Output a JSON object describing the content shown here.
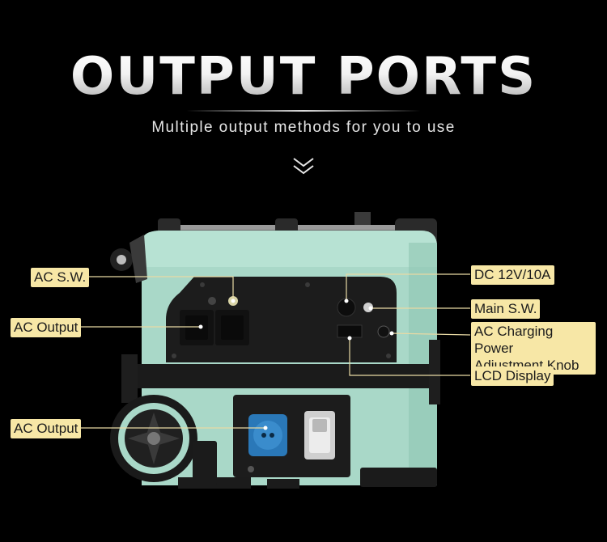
{
  "header": {
    "title": "OUTPUT PORTS",
    "subtitle": "Multiple output methods for you to use",
    "scroll_icon": "double-chevron-down-icon"
  },
  "colors": {
    "background": "#000000",
    "body": "#a9d8c8",
    "panel": "#1c1c1c",
    "callout": "#f7e7a6",
    "leader": "#e8d9a4",
    "outlet": "#2a78b8"
  },
  "callouts": {
    "ac_switch": "AC S.W.",
    "ac_output_top": "AC Output",
    "ac_output_bottom": "AC Output",
    "dc": "DC 12V/10A",
    "main_switch": "Main S.W.",
    "knob_line1": "AC Charging Power",
    "knob_line2": "Adjustment Knob",
    "lcd": "LCD  Display"
  }
}
